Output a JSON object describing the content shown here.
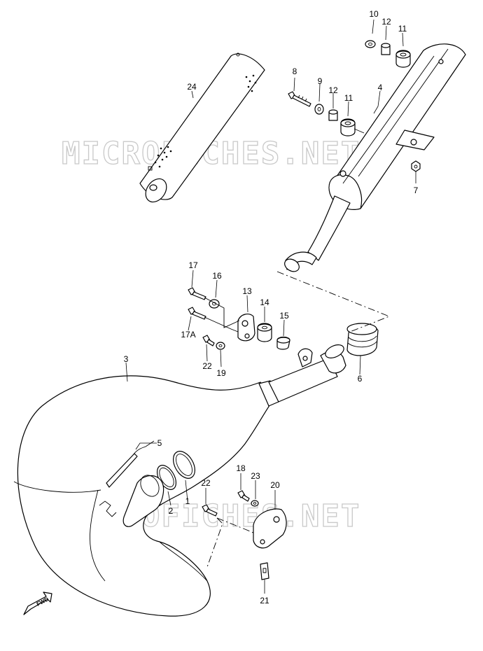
{
  "watermark": {
    "top": "MICROFICHES.NET",
    "bottom": "MICROFICHES.NET"
  },
  "fwd_label": "FWD",
  "callouts": {
    "p1": "1",
    "p2": "2",
    "p3": "3",
    "p4": "4",
    "p5": "5",
    "p6": "6",
    "p7": "7",
    "p8": "8",
    "p9": "9",
    "p10": "10",
    "p11a": "11",
    "p11b": "11",
    "p12a": "12",
    "p12b": "12",
    "p13": "13",
    "p14": "14",
    "p15": "15",
    "p16": "16",
    "p17": "17",
    "p17a": "17A",
    "p18": "18",
    "p19": "19",
    "p20": "20",
    "p21": "21",
    "p22a": "22",
    "p22b": "22",
    "p23": "23",
    "p24": "24"
  },
  "icons": {
    "fwd": "fwd-arrow-icon"
  }
}
